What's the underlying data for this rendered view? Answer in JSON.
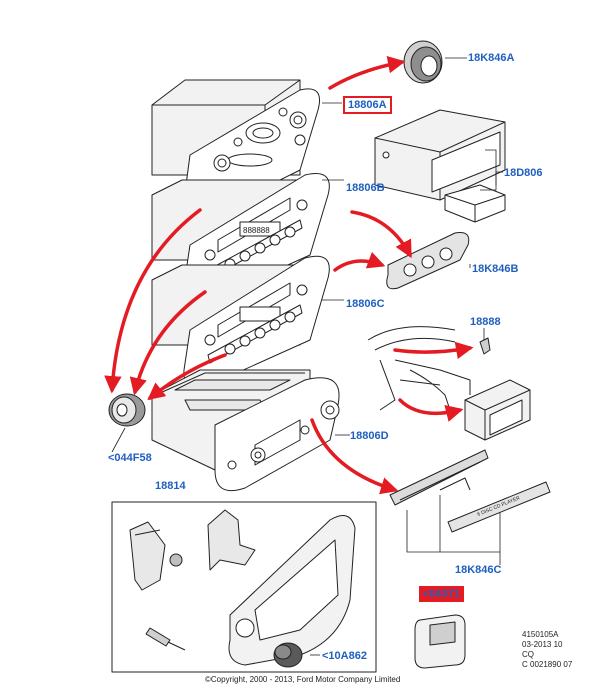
{
  "colors": {
    "callout": "#1f5fbf",
    "arrow": "#e41b23",
    "line": "#222222",
    "highlight": "#e41b23"
  },
  "parts": {
    "p18K846A": "18K846A",
    "p18806A": "18806A",
    "p18D806": "18D806",
    "p18806B": "18806B",
    "p18K846B": "18K846B",
    "p18806C": "18806C",
    "p18888": "18888",
    "p044F58": "<044F58",
    "p18806D": "18806D",
    "p18814": "18814",
    "p18K846C": "18K846C",
    "p04371": "<04371",
    "p10A862": "<10A862"
  },
  "graphic_text": {
    "display": "888888",
    "disc_player": "6 DISC CD PLAYER"
  },
  "footer": {
    "ref_lines": [
      "4150105A",
      "03-2013 10",
      "CQ",
      "C 0021890 07"
    ],
    "copyright": "©Copyright, 2000 - 2013, Ford Motor Company Limited"
  }
}
